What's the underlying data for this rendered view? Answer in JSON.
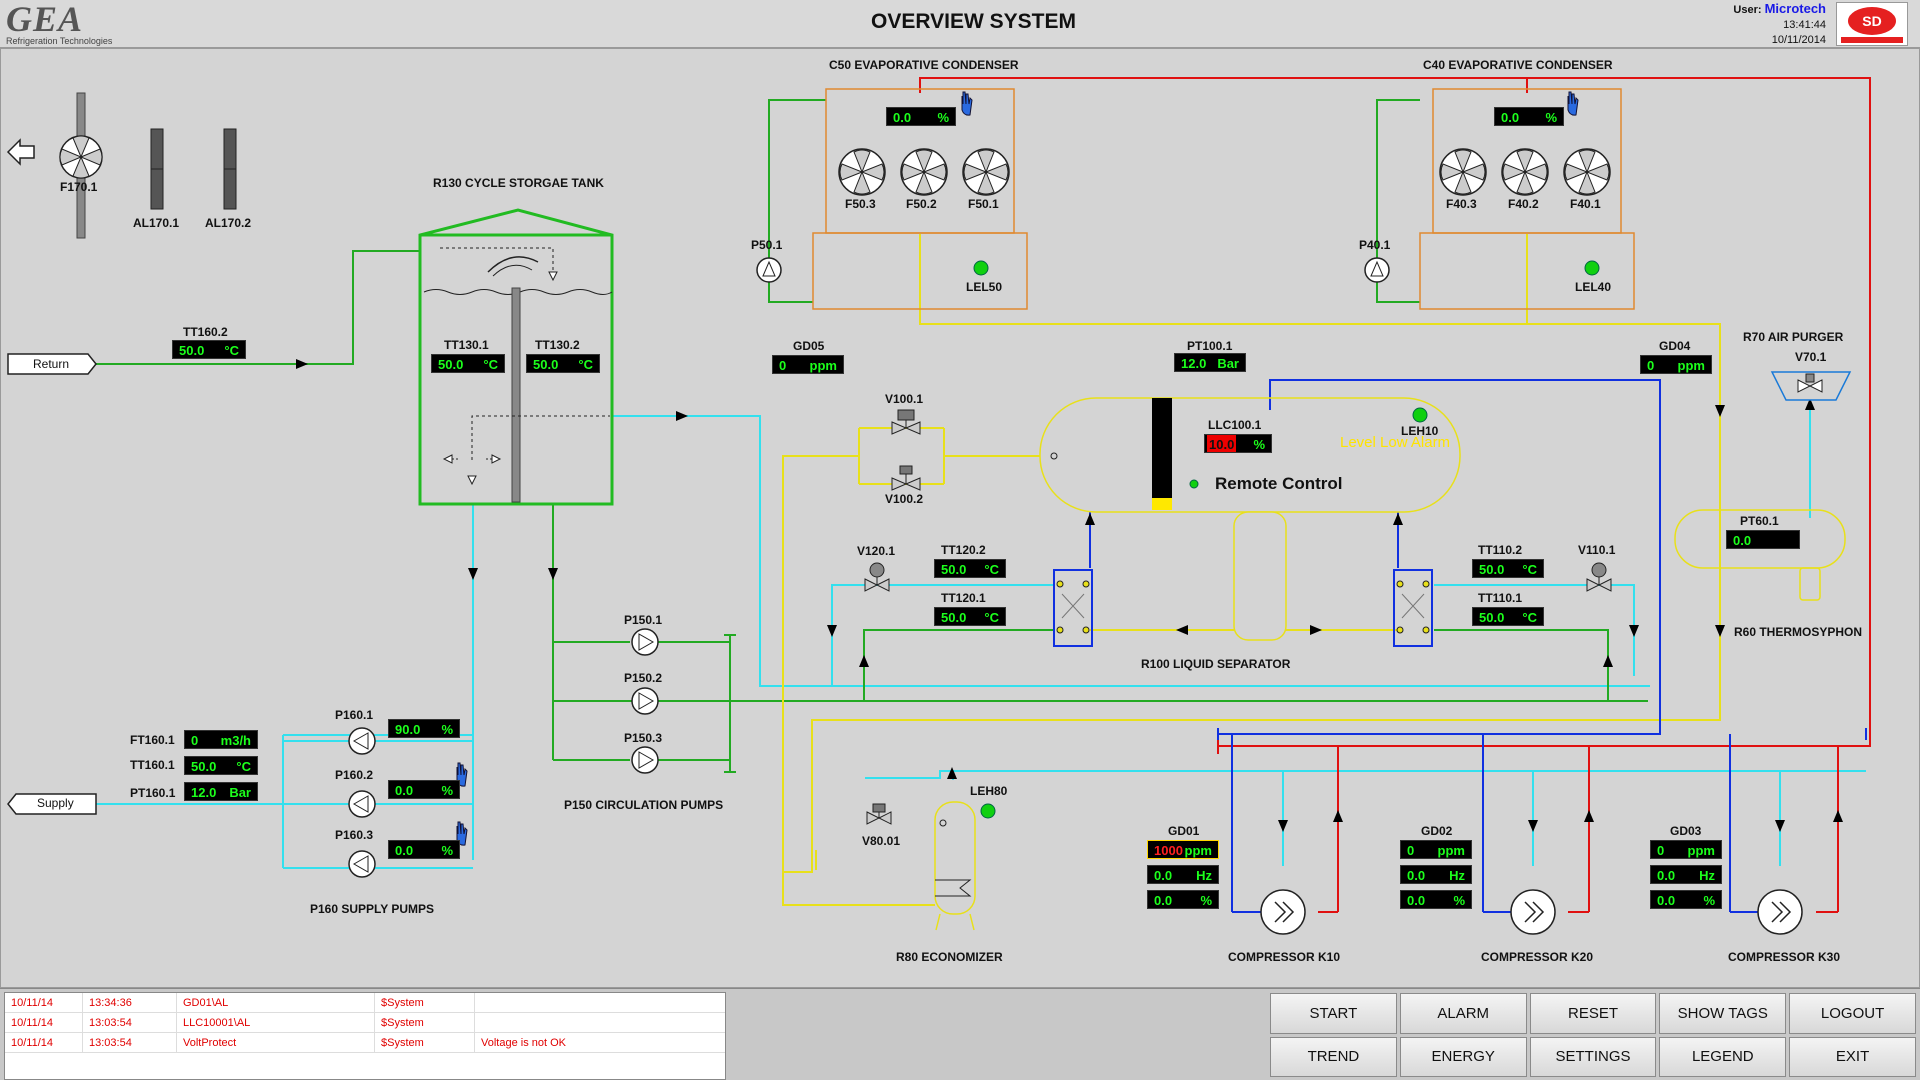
{
  "header": {
    "logo_main": "GEA",
    "logo_sub": "Refrigeration Technologies",
    "title": "OVERVIEW SYSTEM",
    "user_label": "User:",
    "user_name": "Microtech",
    "time": "13:41:44",
    "date": "10/11/2014"
  },
  "labels": {
    "f170_1": "F170.1",
    "al170_1": "AL170.1",
    "al170_2": "AL170.2",
    "r130_title": "R130 CYCLE STORGAE TANK",
    "tt160_2": "TT160.2",
    "tt130_1": "TT130.1",
    "tt130_2": "TT130.2",
    "return": "Return",
    "supply": "Supply",
    "c50_title": "C50 EVAPORATIVE CONDENSER",
    "c40_title": "C40 EVAPORATIVE CONDENSER",
    "f50_3": "F50.3",
    "f50_2": "F50.2",
    "f50_1": "F50.1",
    "f40_3": "F40.3",
    "f40_2": "F40.2",
    "f40_1": "F40.1",
    "p50_1": "P50.1",
    "p40_1": "P40.1",
    "lel50": "LEL50",
    "lel40": "LEL40",
    "gd05": "GD05",
    "gd04": "GD04",
    "pt100_1": "PT100.1",
    "r70_title": "R70 AIR PURGER",
    "v70_1": "V70.1",
    "v100_1": "V100.1",
    "v100_2": "V100.2",
    "llc100_1": "LLC100.1",
    "leh10": "LEH10",
    "level_low_alarm": "Level Low Alarm",
    "remote_control": "Remote Control",
    "pt60_1": "PT60.1",
    "v120_1": "V120.1",
    "tt120_2": "TT120.2",
    "tt120_1": "TT120.1",
    "tt110_2": "TT110.2",
    "v110_1": "V110.1",
    "tt110_1": "TT110.1",
    "r60_title": "R60 THERMOSYPHON",
    "r100_title": "R100 LIQUID SEPARATOR",
    "p150_1": "P150.1",
    "p150_2": "P150.2",
    "p150_3": "P150.3",
    "p150_title": "P150 CIRCULATION PUMPS",
    "p160_1": "P160.1",
    "p160_2": "P160.2",
    "p160_3": "P160.3",
    "p160_title": "P160 SUPPLY PUMPS",
    "ft160_1": "FT160.1",
    "tt160_1": "TT160.1",
    "pt160_1": "PT160.1",
    "leh80": "LEH80",
    "v80_01": "V80.01",
    "r80_title": "R80 ECONOMIZER",
    "gd01": "GD01",
    "gd02": "GD02",
    "gd03": "GD03",
    "k10": "COMPRESSOR K10",
    "k20": "COMPRESSOR K20",
    "k30": "COMPRESSOR K30"
  },
  "displays": {
    "tt160_2": {
      "value": "50.0",
      "unit": "°C"
    },
    "tt130_1": {
      "value": "50.0",
      "unit": "°C"
    },
    "tt130_2": {
      "value": "50.0",
      "unit": "°C"
    },
    "c50_pct": {
      "value": "0.0",
      "unit": "%"
    },
    "c40_pct": {
      "value": "0.0",
      "unit": "%"
    },
    "gd05": {
      "value": "0",
      "unit": "ppm"
    },
    "gd04": {
      "value": "0",
      "unit": "ppm"
    },
    "pt100_1": {
      "value": "12.0",
      "unit": "Bar"
    },
    "llc100_1": {
      "value": "10.0",
      "unit": "%"
    },
    "pt60_1": {
      "value": "0.0",
      "unit": ""
    },
    "tt120_2": {
      "value": "50.0",
      "unit": "°C"
    },
    "tt120_1": {
      "value": "50.0",
      "unit": "°C"
    },
    "tt110_2": {
      "value": "50.0",
      "unit": "°C"
    },
    "tt110_1": {
      "value": "50.0",
      "unit": "°C"
    },
    "ft160_1": {
      "value": "0",
      "unit": "m3/h"
    },
    "tt160_1": {
      "value": "50.0",
      "unit": "°C"
    },
    "pt160_1": {
      "value": "12.0",
      "unit": "Bar"
    },
    "p160_1": {
      "value": "90.0",
      "unit": "%"
    },
    "p160_2": {
      "value": "0.0",
      "unit": "%"
    },
    "p160_3": {
      "value": "0.0",
      "unit": "%"
    },
    "gd01_ppm": {
      "value": "1000",
      "unit": "ppm"
    },
    "gd01_hz": {
      "value": "0.0",
      "unit": "Hz"
    },
    "gd01_pct": {
      "value": "0.0",
      "unit": "%"
    },
    "gd02_ppm": {
      "value": "0",
      "unit": "ppm"
    },
    "gd02_hz": {
      "value": "0.0",
      "unit": "Hz"
    },
    "gd02_pct": {
      "value": "0.0",
      "unit": "%"
    },
    "gd03_ppm": {
      "value": "0",
      "unit": "ppm"
    },
    "gd03_hz": {
      "value": "0.0",
      "unit": "Hz"
    },
    "gd03_pct": {
      "value": "0.0",
      "unit": "%"
    }
  },
  "alarms": [
    {
      "date": "10/11/14",
      "time": "13:34:36",
      "tag": "GD01\\AL",
      "source": "$System",
      "message": ""
    },
    {
      "date": "10/11/14",
      "time": "13:03:54",
      "tag": "LLC10001\\AL",
      "source": "$System",
      "message": ""
    },
    {
      "date": "10/11/14",
      "time": "13:03:54",
      "tag": "VoltProtect",
      "source": "$System",
      "message": "Voltage is not OK"
    }
  ],
  "buttons": {
    "start": "START",
    "alarm": "ALARM",
    "reset": "RESET",
    "show_tags": "SHOW TAGS",
    "logout": "LOGOUT",
    "trend": "TREND",
    "energy": "ENERGY",
    "settings": "SETTINGS",
    "legend": "LEGEND",
    "exit": "EXIT"
  },
  "colors": {
    "water_cyan": "#33e0ee",
    "green_line": "#22aa22",
    "yellow_line": "#e8e01a",
    "red_line": "#e01010",
    "blue_line": "#1030e0",
    "condenser_orange": "#e08a30",
    "status_green": "#10d010"
  }
}
